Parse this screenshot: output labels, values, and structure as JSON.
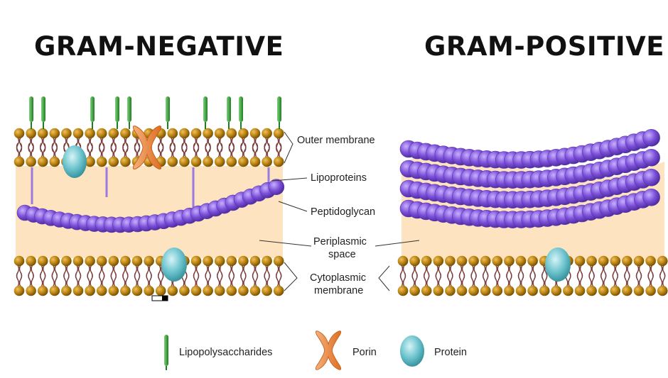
{
  "titles": {
    "negative": "GRAM-NEGATIVE",
    "positive": "GRAM-POSITIVE"
  },
  "labels": {
    "outer_membrane": "Outer membrane",
    "lipoproteins": "Lipoproteins",
    "peptidoglycan": "Peptidoglycan",
    "periplasmic_1": "Periplasmic",
    "periplasmic_2": "space",
    "cytoplasmic_1": "Cytoplasmic",
    "cytoplasmic_2": "membrane"
  },
  "legend": {
    "lps": "Lipopolysaccharides",
    "porin": "Porin",
    "protein": "Protein"
  },
  "colors": {
    "lipid_head": "#b07a10",
    "tail": "#7a3c3c",
    "periplasm": "#fde3bf",
    "peptidoglycan": "#7b4fd8",
    "lps": "#2f9b2f",
    "porin": "#e8873a",
    "protein": "#5fbfc9"
  },
  "icons": {
    "lps": "lps-icon",
    "porin": "porin-icon",
    "protein": "protein-icon"
  }
}
